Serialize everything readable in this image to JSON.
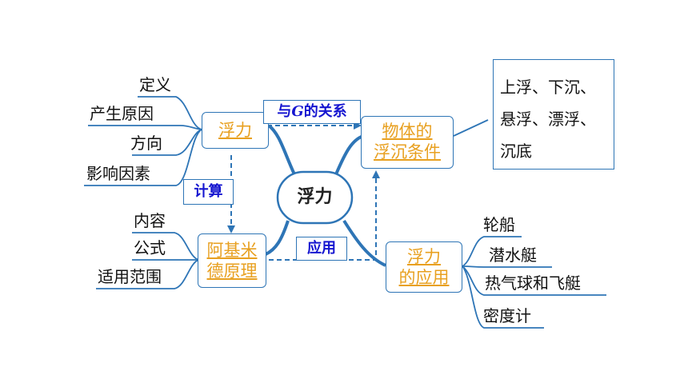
{
  "center": {
    "label": "浮力"
  },
  "nodes": {
    "buoyancy": {
      "label": "浮力"
    },
    "conditions": {
      "line1": "物体的",
      "line2": "浮沉条件"
    },
    "archimedes": {
      "line1": "阿基米",
      "line2": "德原理"
    },
    "application": {
      "line1": "浮力",
      "line2": "的应用"
    }
  },
  "edge_labels": {
    "relation_g_prefix": "与",
    "relation_g_symbol": "G",
    "relation_g_suffix": "的关系",
    "calculate": "计算",
    "apply": "应用"
  },
  "buoyancy_branches": [
    "定义",
    "产生原因",
    "方向",
    "影响因素"
  ],
  "archimedes_branches": [
    "内容",
    "公式",
    "适用范围"
  ],
  "application_branches": [
    "轮船",
    "潜水艇",
    "热气球和飞艇",
    "密度计"
  ],
  "conditions_detail": {
    "line1": "上浮、下沉、",
    "line2": "悬浮、漂浮、",
    "line3": "沉底"
  },
  "colors": {
    "line": "#2e75b6",
    "link_text": "#e8a020",
    "edge_label_text": "#1515d0"
  }
}
